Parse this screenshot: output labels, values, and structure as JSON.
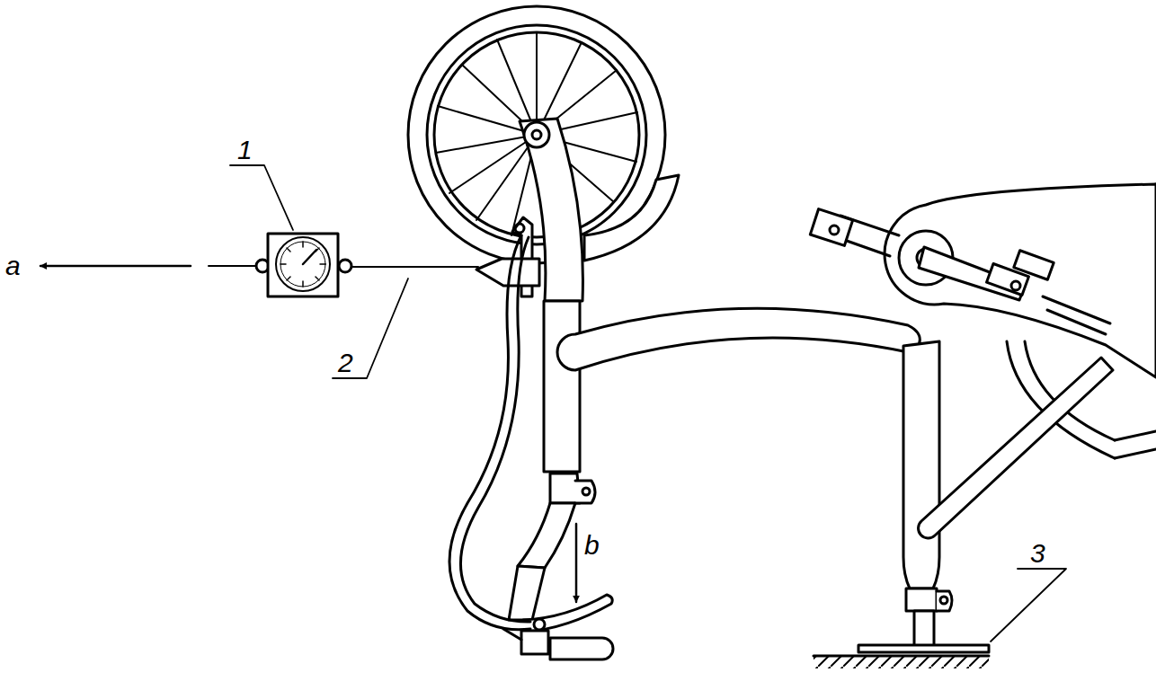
{
  "diagram": {
    "labels": [
      "1",
      "2",
      "3",
      "a",
      "b"
    ]
  }
}
